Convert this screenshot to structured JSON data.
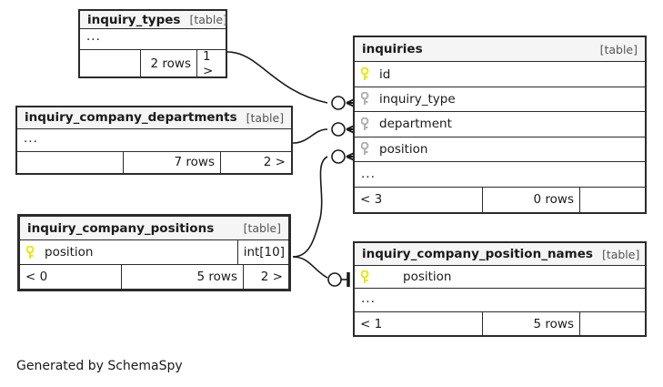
{
  "diagram": {
    "caption": "Generated by SchemaSpy",
    "table_tag": "[table]",
    "ellipsis": "...",
    "colors": {
      "primary_key": "#e8e80b",
      "foreign_key": "#b0b0b0",
      "border": "#2b2b2b",
      "header_bg": "#f5f5f5",
      "background": "#ffffff"
    }
  },
  "tables": [
    {
      "id": "inquiry_types",
      "name": "inquiry_types",
      "tag": "[table]",
      "focused": false,
      "columns": [],
      "ellipsis": "...",
      "footer": {
        "left": "",
        "rows": "2 rows",
        "right": "1 >"
      }
    },
    {
      "id": "inquiry_company_departments",
      "name": "inquiry_company_departments",
      "tag": "[table]",
      "focused": false,
      "columns": [],
      "ellipsis": "...",
      "footer": {
        "left": "",
        "rows": "7 rows",
        "right": "2 >"
      }
    },
    {
      "id": "inquiry_company_positions",
      "name": "inquiry_company_positions",
      "tag": "[table]",
      "focused": true,
      "columns": [
        {
          "name": "position",
          "key": "primary-key-icon",
          "type": "int[10]"
        }
      ],
      "ellipsis": null,
      "footer": {
        "left": "< 0",
        "rows": "5 rows",
        "right": "2 >"
      }
    },
    {
      "id": "inquiries",
      "name": "inquiries",
      "tag": "[table]",
      "focused": false,
      "columns": [
        {
          "name": "id",
          "key": "primary-key-icon",
          "type": null
        },
        {
          "name": "inquiry_type",
          "key": "foreign-key-icon",
          "type": null
        },
        {
          "name": "department",
          "key": "foreign-key-icon",
          "type": null
        },
        {
          "name": "position",
          "key": "foreign-key-icon",
          "type": null
        }
      ],
      "ellipsis": "...",
      "footer": {
        "left": "< 3",
        "rows": "0 rows",
        "right": ""
      }
    },
    {
      "id": "inquiry_company_position_names",
      "name": "inquiry_company_position_names",
      "tag": "[table]",
      "focused": false,
      "columns": [
        {
          "name": "position",
          "key": "primary-key-icon",
          "type": null
        }
      ],
      "ellipsis": "...",
      "footer": {
        "left": "< 1",
        "rows": "5 rows",
        "right": ""
      }
    }
  ],
  "relationships": [
    {
      "from": "inquiry_types",
      "to": "inquiries.inquiry_type",
      "from_end": "none",
      "to_end": "zero-or-many"
    },
    {
      "from": "inquiry_company_departments",
      "to": "inquiries.department",
      "from_end": "none",
      "to_end": "zero-or-many"
    },
    {
      "from": "inquiry_company_positions",
      "to": "inquiries.position",
      "from_end": "none",
      "to_end": "zero-or-many"
    },
    {
      "from": "inquiry_company_positions",
      "to": "inquiry_company_position_names.position",
      "from_end": "none",
      "to_end": "zero-or-one"
    }
  ]
}
